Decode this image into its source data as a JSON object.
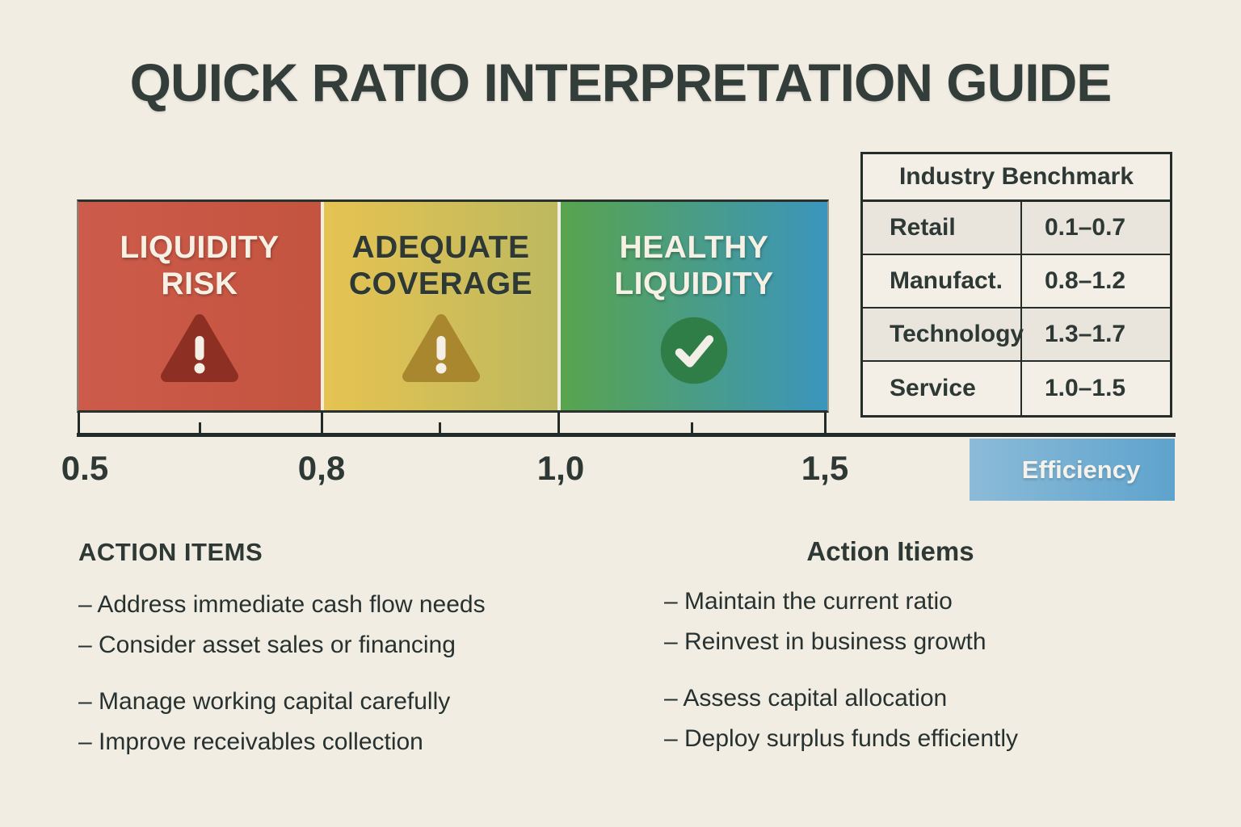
{
  "title": "QUICK RATIO INTERPRETATION GUIDE",
  "zones": [
    {
      "label": "LIQUIDITY RISK",
      "icon": "warning-triangle-icon",
      "range": "0.5–0,8",
      "color_left": "#cd5b4b",
      "color_right": "#c3543f",
      "icon_color": "#8e2f24"
    },
    {
      "label": "ADEQUATE COVERAGE",
      "icon": "warning-triangle-icon",
      "range": "0,8–1,0",
      "color_left": "#e6c351",
      "color_right": "#bdb95f",
      "icon_color": "#a8872f"
    },
    {
      "label": "HEALTHY LIQUIDITY",
      "icon": "check-circle-icon",
      "range": "1,0–1,5",
      "color_left": "#58a44e",
      "color_right": "#3b95bd",
      "icon_color": "#2f7e48"
    }
  ],
  "scale": {
    "tick_labels": [
      "0.5",
      "0,8",
      "1,0",
      "1,5"
    ]
  },
  "efficiency_badge": {
    "label": "Efficiency",
    "color": "#6faccf"
  },
  "benchmark_table": {
    "title": "Industry Benchmark",
    "rows": [
      {
        "industry": "Retail",
        "range": "0.1–0.7"
      },
      {
        "industry": "Manufact.",
        "range": "0.8–1.2"
      },
      {
        "industry": "Technology",
        "range": "1.3–1.7"
      },
      {
        "industry": "Service",
        "range": "1.0–1.5"
      }
    ]
  },
  "action_items_left": {
    "heading": "ACTION ITEMS",
    "items": [
      "– Address immediate cash flow needs",
      "– Consider asset sales or financing",
      "– Manage working capital carefully",
      "– Improve receivables collection"
    ]
  },
  "action_items_right": {
    "heading": "Action Itiems",
    "items": [
      "– Maintain the current ratio",
      "– Reinvest in business growth",
      "– Assess capital allocation",
      "– Deploy surplus funds efficiently"
    ]
  },
  "colors": {
    "background": "#f2ede3",
    "text_dark": "#2e3834",
    "axis": "#232b28",
    "badge_blue": "#6faccf",
    "risk_red": "#c95747",
    "adequate_yellow": "#d9bf56",
    "healthy_green_to_blue": "#4aa04f"
  }
}
